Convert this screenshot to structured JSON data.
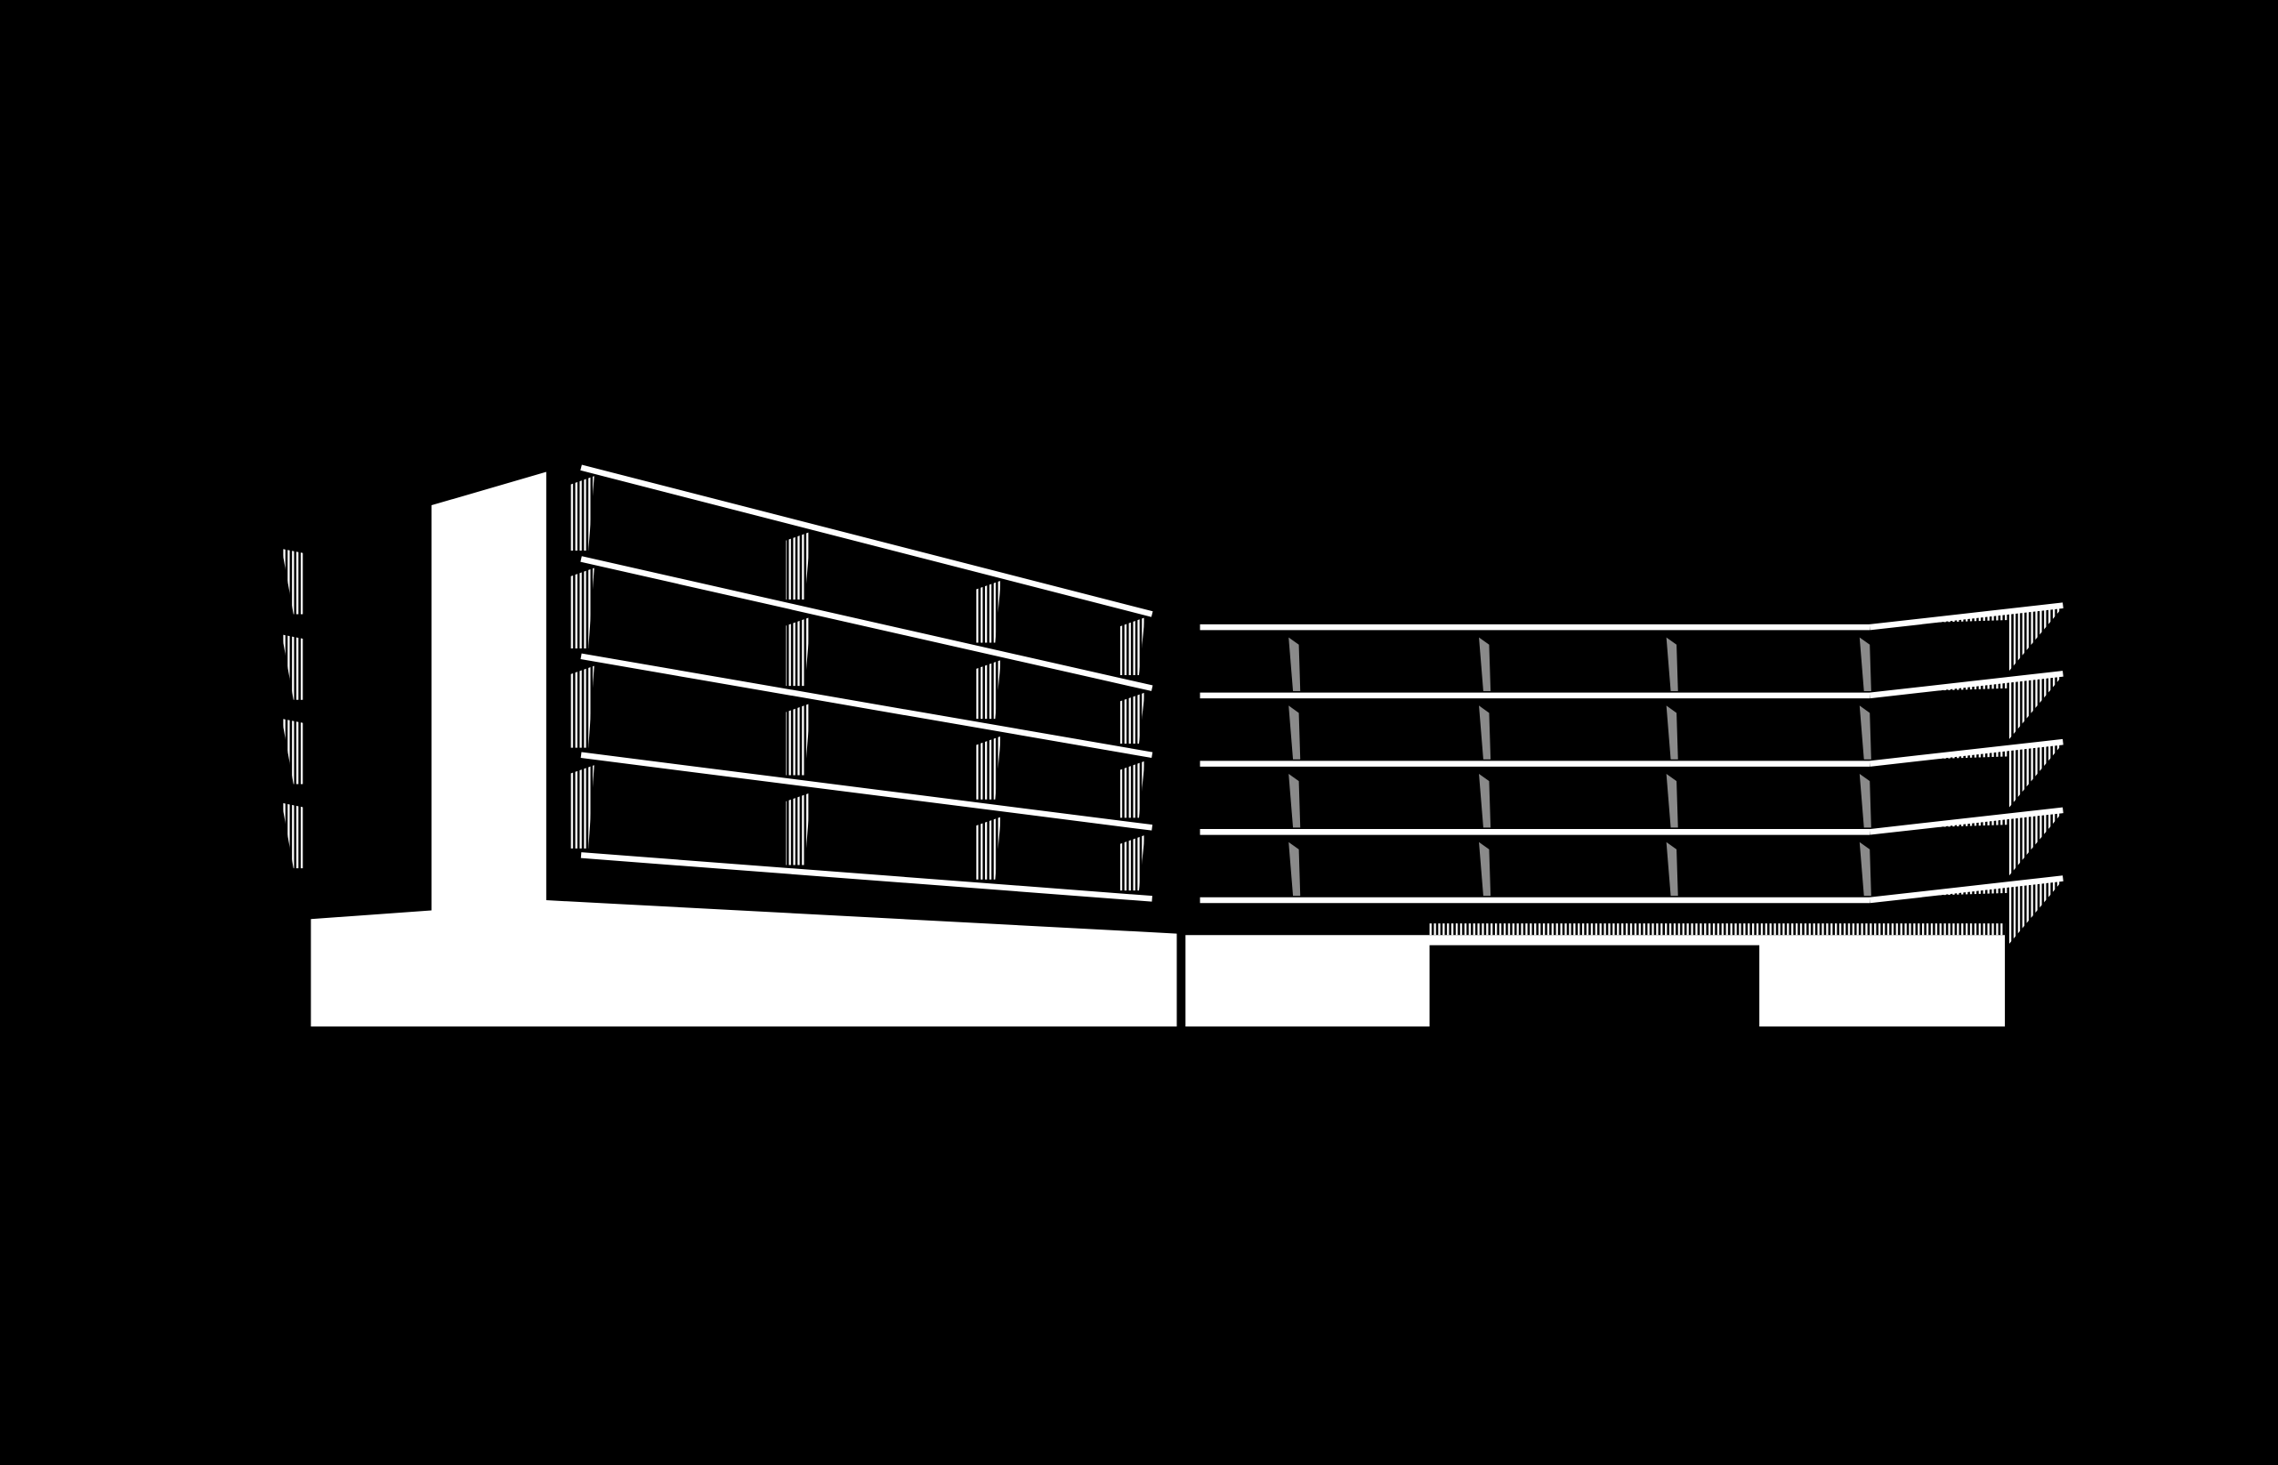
{
  "colors": {
    "background": "#000000",
    "building": "#ffffff",
    "fin_grey": "#8a8a8a"
  },
  "structure": {
    "left_wing_floors": 5,
    "right_wing_floors": 5,
    "left_wing_fin_columns": 4,
    "right_wing_fin_columns": 4
  }
}
